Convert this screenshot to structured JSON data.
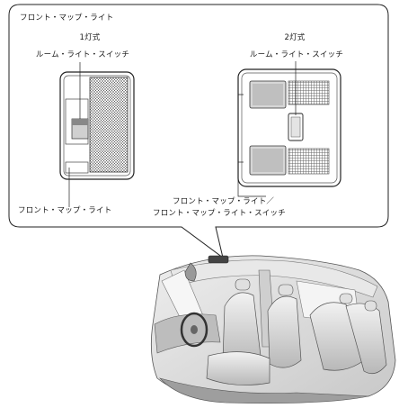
{
  "diagram": {
    "title": "フロント・マップ・ライト",
    "one_light": {
      "heading": "1灯式",
      "switch_label": "ルーム・ライト・スイッチ",
      "lamp_label": "フロント・マップ・ライト"
    },
    "two_light": {
      "heading": "2灯式",
      "switch_label": "ルーム・ライト・スイッチ",
      "lamp_label_line1": "フロント・マップ・ライト／",
      "lamp_label_line2": "フロント・マップ・ライト・スイッチ"
    }
  }
}
